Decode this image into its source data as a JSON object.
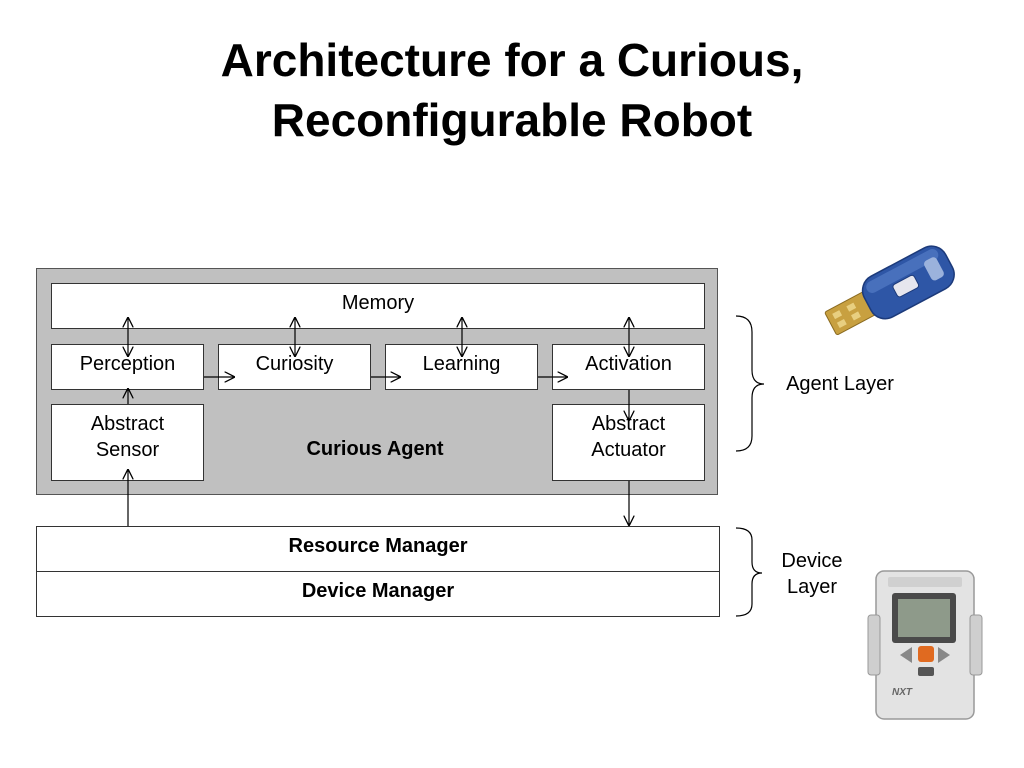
{
  "title": {
    "line1": "Architecture for a Curious,",
    "line2": "Reconfigurable Robot"
  },
  "diagram": {
    "memory": "Memory",
    "perception": "Perception",
    "curiosity": "Curiosity",
    "learning": "Learning",
    "activation": "Activation",
    "abstract_sensor": [
      "Abstract",
      "Sensor"
    ],
    "abstract_actuator": [
      "Abstract",
      "Actuator"
    ],
    "curious_agent": "Curious Agent",
    "resource_manager": "Resource Manager",
    "device_manager": "Device Manager"
  },
  "layers": {
    "agent_layer": "Agent Layer",
    "device_layer": [
      "Device",
      "Layer"
    ]
  },
  "images": {
    "usb_dongle_icon": "usb-bluetooth-dongle-icon",
    "nxt_brick_icon": "nxt-brick-icon",
    "nxt_label": "NXT"
  },
  "colors": {
    "panel": "#c0c0c0",
    "dongle_body": "#2e56a6",
    "connector_gold": "#c8a040"
  }
}
